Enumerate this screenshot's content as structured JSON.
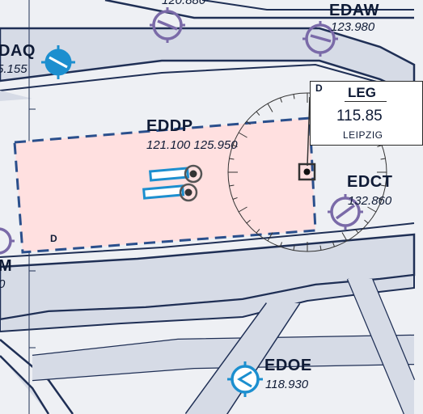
{
  "airports": {
    "eddp": {
      "ident": "EDDP",
      "freqs": "121.100 125.950"
    },
    "edaw": {
      "ident": "EDAW",
      "freq": "123.980"
    },
    "edaq": {
      "ident": "DAQ",
      "freq": "5.155"
    },
    "edct": {
      "ident": "EDCT",
      "freq": "132.860"
    },
    "edoe": {
      "ident": "EDOE",
      "freq": "118.930"
    },
    "top_partial": {
      "freq": "120.880"
    },
    "left_partial": {
      "ident": "M",
      "freq": "0"
    }
  },
  "vor": {
    "ident": "LEG",
    "freq": "115.85",
    "name": "LEIPZIG",
    "box_marker": "D"
  },
  "airspace_markers": {
    "eddp_class": "D"
  },
  "colors": {
    "background": "#eef0f4",
    "band_fill": "#d6dbe6",
    "band_stroke": "#1f2f55",
    "ctr_fill": "#ffe0e0",
    "ctr_border": "#2a4f8c",
    "runway": "#1c8fcf",
    "military": "#7a6aa8",
    "airfield_blue": "#1c8fcf",
    "text": "#0f1b36"
  },
  "icons": [
    "military-airfield-icon",
    "civil-airfield-icon",
    "vor-dme-icon",
    "runway-icon",
    "compass-rose-icon"
  ]
}
